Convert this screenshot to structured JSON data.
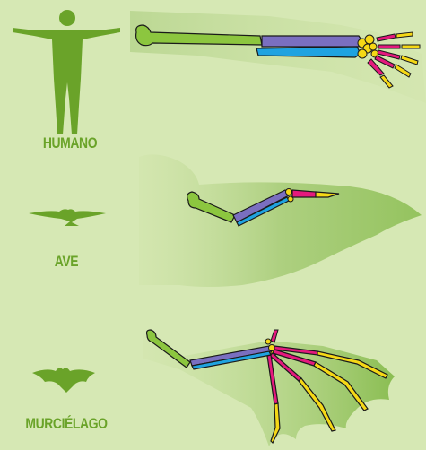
{
  "labels": {
    "human": "HUMANO",
    "bird": "AVE",
    "bat": "MURCIÉLAGO"
  },
  "colors": {
    "background": "#d6e8b4",
    "silhouette": "#6aa329",
    "label": "#6aa329",
    "humerus": "#8cc63f",
    "radius": "#1fa3e0",
    "ulna": "#7a6fc0",
    "carpals": "#f5d816",
    "metacarpals": "#e4197d",
    "phalanges": "#f5d816",
    "outline": "#1a1a1a"
  },
  "icons": {
    "human": "human-silhouette-icon",
    "bird": "bird-silhouette-icon",
    "bat": "bat-silhouette-icon"
  }
}
